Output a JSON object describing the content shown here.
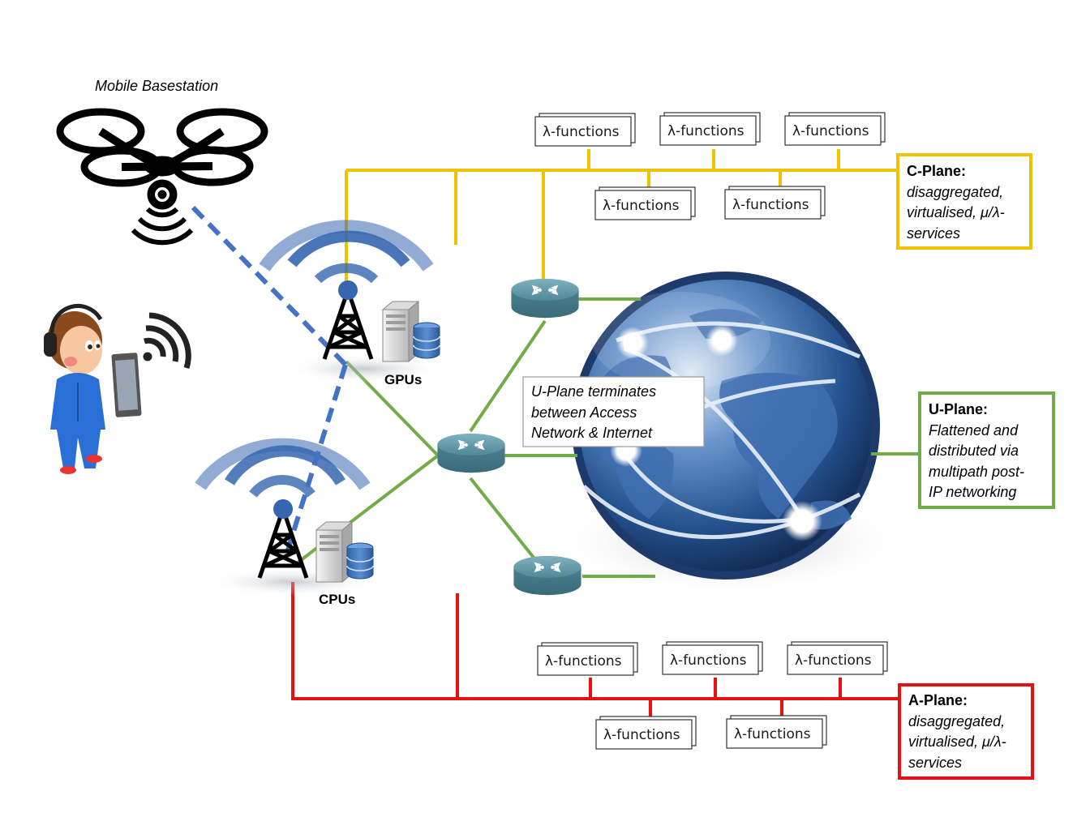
{
  "drone": {
    "caption": "Mobile Basestation"
  },
  "servers": {
    "top_label": "GPUs",
    "bottom_label": "CPUs"
  },
  "lambda_label": "λ-functions",
  "uplane_note": {
    "lines": [
      "U-Plane terminates",
      "between Access",
      "Network & Internet"
    ]
  },
  "planes": {
    "c": {
      "title": "C-Plane:",
      "lines": [
        "disaggregated,",
        "virtualised, μ/λ-",
        "services"
      ],
      "color": "#f2c100"
    },
    "u": {
      "title": "U-Plane:",
      "lines": [
        "Flattened and",
        "distributed via",
        "multipath post-",
        "IP networking"
      ],
      "color": "#70ad47"
    },
    "a": {
      "title": "A-Plane:",
      "lines": [
        "disaggregated,",
        "virtualised, μ/λ-",
        "services"
      ],
      "color": "#e81010"
    }
  },
  "colors": {
    "wireless": "#4472c4",
    "router": "#4a7f8f",
    "globe": "#2a5d9f"
  }
}
